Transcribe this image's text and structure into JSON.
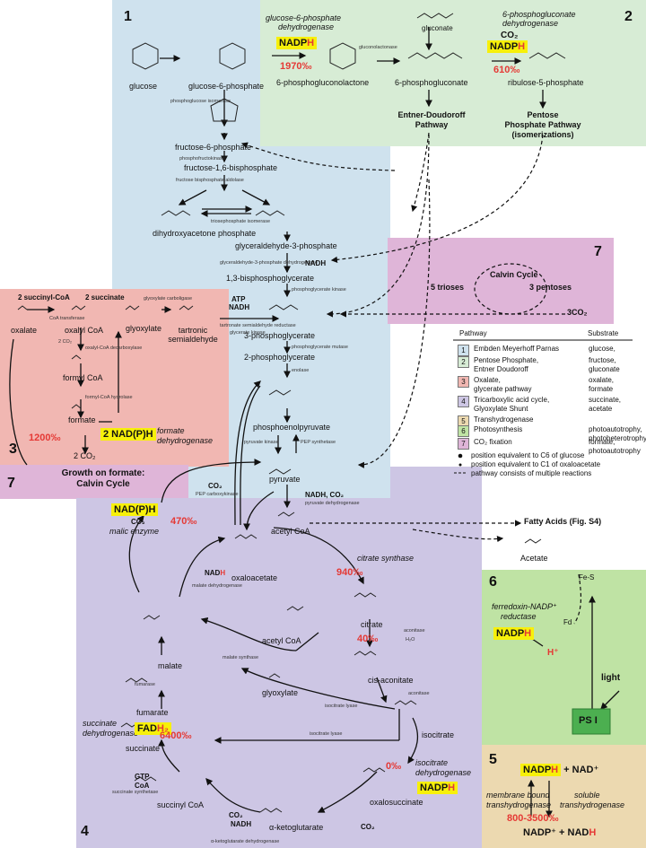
{
  "regions": {
    "r1": {
      "number": "1",
      "color": "#cfe2ee"
    },
    "r2": {
      "number": "2",
      "color": "#d7ecd5"
    },
    "r3": {
      "number": "3",
      "color": "#f1b7b2"
    },
    "r4": {
      "number": "4",
      "color": "#cdc6e4"
    },
    "r5": {
      "number": "5",
      "color": "#ecd9b0"
    },
    "r6": {
      "number": "6",
      "color": "#bfe3a4"
    },
    "r7": {
      "number": "7",
      "color": "#dfb5d8"
    },
    "r7b": {
      "number": "7",
      "color": "#dfb5d8"
    }
  },
  "glycolysis": {
    "glucose": "glucose",
    "g6p": "glucose-6-phosphate",
    "pgi": "phosphoglucose isomerase",
    "f6p": "fructose-6-phosphate",
    "pfk": "phosphofructokinase",
    "fbp": "fructose-1,6-bisphosphate",
    "fba": "fructose bisphosphate aldolase",
    "tpi": "triosephosphate isomerase",
    "dhap": "dihydroxyacetone phosphate",
    "g3p": "glyceraldehyde-3-phosphate",
    "gapdh": "glyceraldehyde-3-phosphate dehydrogenase",
    "nadh": "NADH",
    "bpg": "1,3-bisphosphoglycerate",
    "pgk": "phosphoglycerate kinase",
    "pg3": "3-phosphoglycerate",
    "pgm": "phosphoglycerate mutase",
    "pg2": "2-phosphoglycerate",
    "enolase": "enolase",
    "pep": "phosphoenolpyruvate",
    "pk": "pyruvate kinase",
    "pps": "PEP synthetase",
    "pyruvate": "pyruvate",
    "pepck": "PEP carboxykinase",
    "pdh": "pyruvate dehydrogenase",
    "nadh_co2": "NADH, CO₂",
    "co2": "CO₂"
  },
  "ppp": {
    "g6pdh_1": "glucose-6-phosphate",
    "g6pdh_2": "dehydrogenase",
    "nadph_pre": "NADP",
    "nadph_h": "H",
    "pct1970": "1970‰",
    "lactonase": "gluconolactonase",
    "pgl": "6-phosphogluconolactone",
    "gluconate": "gluconate",
    "pg6": "6-phosphogluconate",
    "pgdh_1": "6-phosphogluconate",
    "pgdh_2": "dehydrogenase",
    "co2": "CO₂",
    "nadph2_pre": "NADP",
    "nadph2_h": "H",
    "pct610": "610‰",
    "ru5p": "ribulose-5-phosphate",
    "ed_1": "Entner-Doudoroff",
    "ed_2": "Pathway",
    "ppp_1": "Pentose",
    "ppp_2": "Phosphate Pathway",
    "ppp_3": "(isomerizations)"
  },
  "oxalate": {
    "succoa": "2 succinyl-CoA",
    "succ": "2 succinate",
    "cot": "CoA transferase",
    "oxalate": "oxalate",
    "oxalylcoa": "oxalyl CoA",
    "oxdc": "oxalyl-CoA decarboxylase",
    "co2a": "2 CO₂",
    "formylcoa": "formyl CoA",
    "fcoa_h": "formyl-CoA hydrolase",
    "formate": "formate",
    "pct1200": "1200‰",
    "nadph": "2 NAD(P)H",
    "fdh_1": "formate",
    "fdh_2": "dehydrogenase",
    "co2b": "2 CO₂",
    "glyoxylate": "glyoxylate",
    "gcl": "glyoxylate carboligase",
    "tartronic_1": "tartronic",
    "tartronic_2": "semialdehyde",
    "atp": "ATP",
    "nadh": "NADH",
    "tsr": "tartronate semialdehyde reductase",
    "gk": "glycerate kinase",
    "growth_1": "Growth on formate:",
    "growth_2": "Calvin Cycle"
  },
  "calvin": {
    "title": "Calvin Cycle",
    "trioses": "5 trioses",
    "pentoses": "3 pentoses",
    "co2": "3CO₂"
  },
  "tca": {
    "malic_nadph": "NAD(P)H",
    "malic_co2": "CO₂",
    "malic_enzyme": "malic enzyme",
    "pct470": "470‰",
    "nad_h": "NAD",
    "mdh": "malate dehydrogenase",
    "oxaloacetate": "oxaloacetate",
    "acetylcoa": "acetyl CoA",
    "cs": "citrate synthase",
    "pct940": "940‰",
    "citrate": "citrate",
    "pct40": "40‰",
    "aconitase": "aconitase",
    "h2o": "H₂O",
    "cisacon": "cis-aconitate",
    "aconitase2": "aconitase",
    "malate": "malate",
    "fumarase": "fumarase",
    "fumarate": "fumarate",
    "sdh_1": "succinate",
    "sdh_2": "dehydrogenase",
    "fad": "FAD",
    "fad_h": "H₂",
    "pct6400": "6400‰",
    "succinate": "succinate",
    "acetylcoa2": "acetyl CoA",
    "ms": "malate synthase",
    "glyoxylate": "glyoxylate",
    "icl": "isocitrate lyase",
    "icl2": "isocitrate lyase",
    "isocitrate": "isocitrate",
    "pct0": "0‰",
    "idh_1": "isocitrate",
    "idh_2": "dehydrogenase",
    "nadph_pre": "NADP",
    "nadph_h": "H",
    "oxalosuccinate": "oxalosuccinate",
    "co2": "CO₂",
    "succcoa": "succinyl CoA",
    "gtp": "GTP",
    "coa": "CoA",
    "scs": "succinate synthetase",
    "akg": "α-ketoglutarate",
    "akgdh": "α-ketoglutarate dehydrogenase",
    "co2_2": "CO₂",
    "nadh": "NADH",
    "fatty": "Fatty Acids (Fig. S4)",
    "acetate": "Acetate"
  },
  "photo": {
    "fes": "Fe-S",
    "fd": "Fd",
    "fnr_1": "ferredoxin-NADP⁺",
    "fnr_2": "reductase",
    "nadph_pre": "NADP",
    "nadph_h": "H",
    "hplus": "H⁺",
    "light": "light",
    "psi": "PS I"
  },
  "transh": {
    "top_pre": "NADP",
    "top_h": "H",
    "top_plus": " + NAD⁺",
    "mb_1": "membrane bound",
    "mb_2": "transhydrogenase",
    "sol_1": "soluble",
    "sol_2": "transhydrogenase",
    "pct": "800-3500‰",
    "bot": "NADP⁺ + NAD",
    "bot_h": "H"
  },
  "legend": {
    "col_pathway": "Pathway",
    "col_substrate": "Substrate",
    "rows": [
      {
        "num": "1",
        "color": "#cfe2ee",
        "pathway": "Embden Meyerhoff Parnas",
        "substrate": "glucose,"
      },
      {
        "num": "2",
        "color": "#d7ecd5",
        "pathway": "Pentose Phosphate,",
        "pathway2": "Entner Doudoroff",
        "substrate": "fructose,",
        "substrate2": "gluconate"
      },
      {
        "num": "3",
        "color": "#f1b7b2",
        "pathway": "Oxalate,",
        "pathway2": "glycerate pathway",
        "substrate": "oxalate,",
        "substrate2": "formate"
      },
      {
        "num": "4",
        "color": "#cdc6e4",
        "pathway": "Tricarboxylic acid cycle,",
        "pathway2": "Glyoxylate Shunt",
        "substrate": "succinate,",
        "substrate2": "acetate"
      },
      {
        "num": "5",
        "color": "#ecd9b0",
        "pathway": "Transhydrogenase",
        "substrate": ""
      },
      {
        "num": "6",
        "color": "#bfe3a4",
        "pathway": "Photosynthesis",
        "substrate": "photoautotrophy,",
        "substrate2": "photoheterotrophy"
      },
      {
        "num": "7",
        "color": "#dfb5d8",
        "pathway": "CO₂ fixation",
        "substrate": "formate,",
        "substrate2": "photoautotrophy"
      }
    ],
    "note1": "position equivalent to C6 of glucose",
    "note2": "position equivalent to C1 of oxaloacetate",
    "note3": "pathway consists of multiple reactions"
  }
}
